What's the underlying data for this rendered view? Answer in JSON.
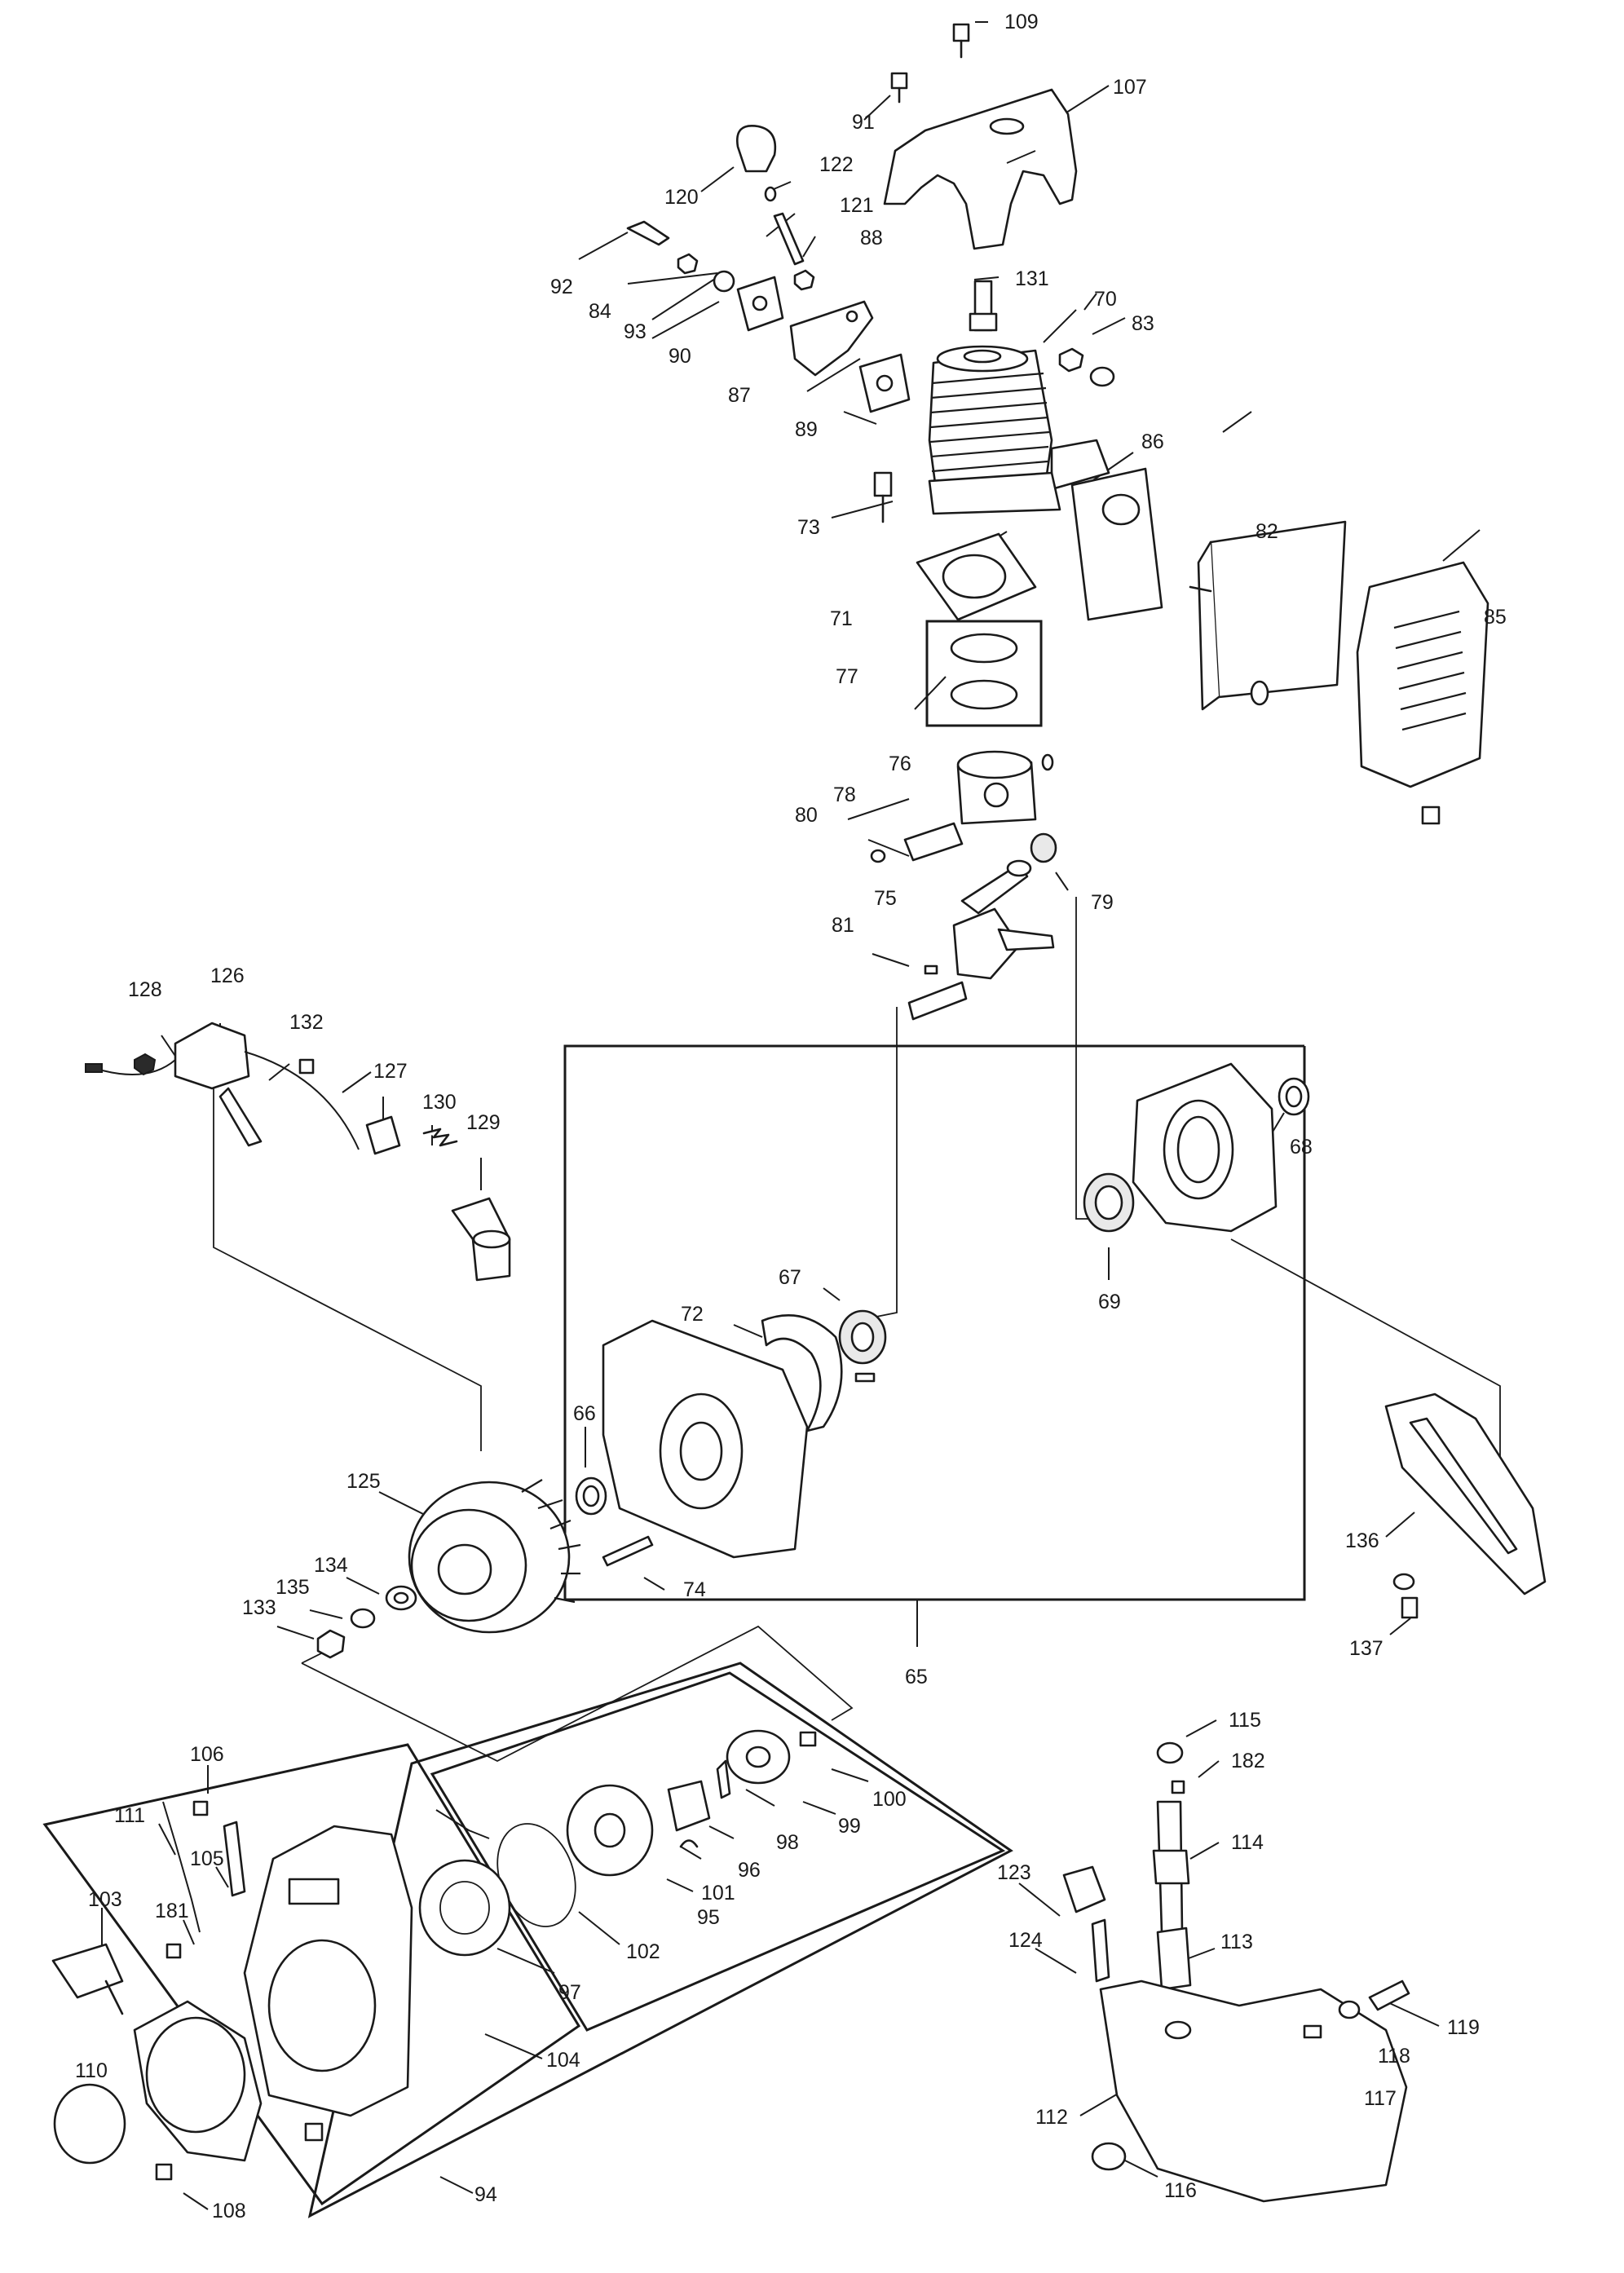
{
  "diagram": {
    "callouts": {
      "p109": "109",
      "p91": "91",
      "p107": "107",
      "p120": "120",
      "p122": "122",
      "p121": "121",
      "p92": "92",
      "p88": "88",
      "p84": "84",
      "p93": "93",
      "p131": "131",
      "p70": "70",
      "p83": "83",
      "p90": "90",
      "p87": "87",
      "p89": "89",
      "p86": "86",
      "p73": "73",
      "p82": "82",
      "p71": "71",
      "p85": "85",
      "p77": "77",
      "p76": "76",
      "p78": "78",
      "p80": "80",
      "p79": "79",
      "p75": "75",
      "p81": "81",
      "p128": "128",
      "p126": "126",
      "p132": "132",
      "p127": "127",
      "p130": "130",
      "p129": "129",
      "p68": "68",
      "p69": "69",
      "p67": "67",
      "p72": "72",
      "p66": "66",
      "p125": "125",
      "p134": "134",
      "p135": "135",
      "p133": "133",
      "p74": "74",
      "p136": "136",
      "p137": "137",
      "p65": "65",
      "p115": "115",
      "p182": "182",
      "p106": "106",
      "p100": "100",
      "p99": "99",
      "p111": "111",
      "p105": "105",
      "p98": "98",
      "p114": "114",
      "p96": "96",
      "p101": "101",
      "p95": "95",
      "p123": "123",
      "p103": "103",
      "p181": "181",
      "p102": "102",
      "p124": "124",
      "p113": "113",
      "p97": "97",
      "p119": "119",
      "p104": "104",
      "p118": "118",
      "p117": "117",
      "p110": "110",
      "p112": "112",
      "p116": "116",
      "p108": "108",
      "p94": "94"
    }
  }
}
